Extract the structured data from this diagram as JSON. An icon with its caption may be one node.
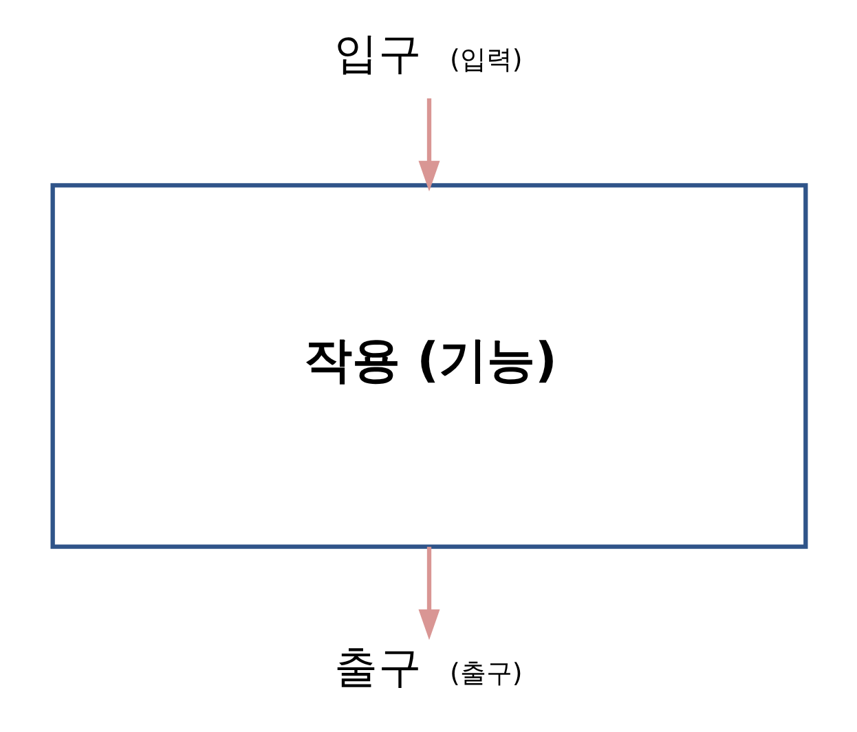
{
  "diagram": {
    "nodes": [
      {
        "text": [
          "입구 (입력)"
        ]
      },
      {
        "text": [
          "작용 (기능)"
        ]
      },
      {
        "text": [
          "출구 (출구)"
        ]
      }
    ],
    "edges": [
      {
        "from": 0,
        "to": 1,
        "arrow": "to"
      },
      {
        "from": 1,
        "to": 2,
        "arrow": "to"
      }
    ]
  }
}
